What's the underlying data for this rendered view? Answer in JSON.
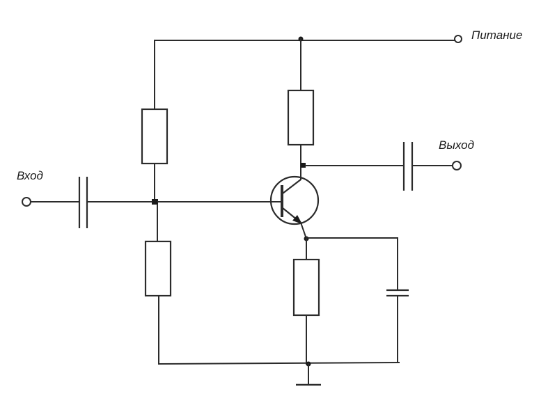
{
  "labels": {
    "power": "Питание",
    "output": "Выход",
    "input": "Вход"
  }
}
